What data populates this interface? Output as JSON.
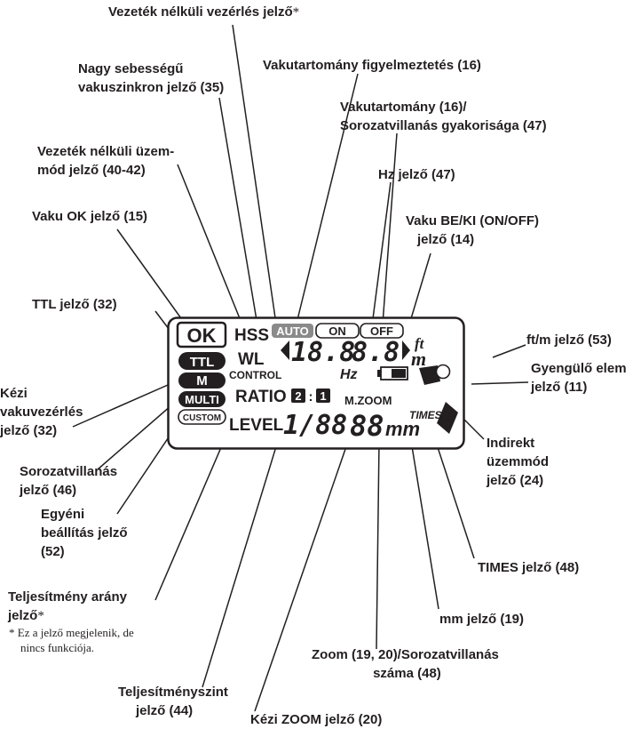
{
  "labels": {
    "wireless_control": {
      "lines": [
        "Vezeték nélküli vezérlés jelző"
      ],
      "mark": "*"
    },
    "flash_range_warning": {
      "lines": [
        "Vakutartomány figyelmeztetés (16)"
      ]
    },
    "hss": {
      "lines": [
        "Nagy sebességű",
        "vakuszinkron jelző (35)"
      ]
    },
    "flash_range": {
      "lines": [
        "Vakutartomány (16)/",
        "Sorozatvillanás gyakorisága (47)"
      ]
    },
    "wireless_mode": {
      "lines": [
        "Vezeték nélküli üzem-",
        "mód jelző (40-42)"
      ]
    },
    "hz": {
      "lines": [
        "Hz jelző (47)"
      ]
    },
    "flash_ok": {
      "lines": [
        "Vaku OK jelző (15)"
      ]
    },
    "flash_on_off": {
      "lines": [
        "Vaku BE/KI (ON/OFF)",
        "jelző  (14)"
      ]
    },
    "ttl": {
      "lines": [
        "TTL jelző (32)"
      ]
    },
    "ft_m": {
      "lines": [
        "ft/m jelző (53)"
      ]
    },
    "low_battery": {
      "lines": [
        "Gyengülő elem",
        "jelző (11)"
      ]
    },
    "manual": {
      "lines": [
        "Kézi",
        "vakuvezérlés",
        "jelző (32)"
      ]
    },
    "bounce": {
      "lines": [
        "Indirekt",
        "üzemmód",
        "jelző (24)"
      ]
    },
    "multi": {
      "lines": [
        "Sorozatvillanás",
        "jelző (46)"
      ]
    },
    "custom": {
      "lines": [
        "Egyéni",
        "beállítás jelző",
        "(52)"
      ]
    },
    "times": {
      "lines": [
        "TIMES jelző (48)"
      ]
    },
    "ratio": {
      "lines": [
        "Teljesítmény arány",
        "jelző"
      ],
      "mark": "*"
    },
    "mm": {
      "lines": [
        "mm jelző (19)"
      ]
    },
    "zoom": {
      "lines": [
        "Zoom (19, 20)/Sorozatvillanás",
        "száma (48)"
      ]
    },
    "level": {
      "lines": [
        "Teljesítményszint",
        "jelző (44)"
      ]
    },
    "manual_zoom": {
      "lines": [
        "Kézi ZOOM jelző (20)"
      ]
    }
  },
  "footnote": {
    "lines": [
      "* Ez a jelző megjelenik, de",
      "nincs funkciója."
    ]
  },
  "lcd": {
    "ok": "OK",
    "hss": "HSS",
    "auto": "AUTO",
    "on": "ON",
    "off": "OFF",
    "ttl": "TTL",
    "m": "M",
    "multi": "MULTI",
    "custom": "CUSTOM",
    "wl": "WL",
    "control": "CONTROL",
    "ratio": "RATIO",
    "ratio_a": "2",
    "ratio_colon": ":",
    "ratio_b": "1",
    "level": "LEVEL",
    "level_digits": "1/88",
    "range_digits": "18.8",
    "range_digits2": "8.8",
    "ft": "ft",
    "m_unit": "m",
    "hz": "Hz",
    "mzoom": "M.ZOOM",
    "zoom_digits": "88",
    "times": "TIMES",
    "mm": "mm"
  }
}
